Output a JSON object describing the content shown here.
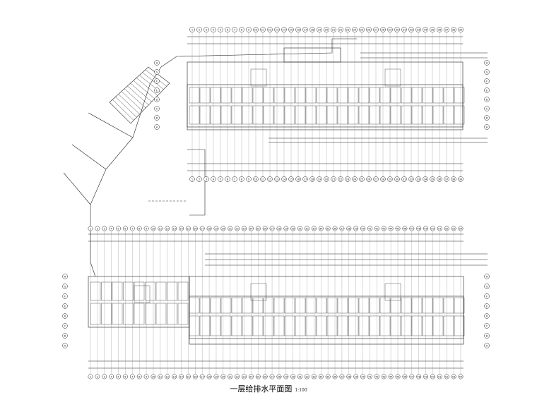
{
  "drawing": {
    "title": "一层给排水平面图",
    "scale": "1:100",
    "upper_grid_numbers": [
      "1",
      "2",
      "3",
      "4",
      "5",
      "6",
      "7",
      "8",
      "9",
      "10",
      "11",
      "12",
      "13",
      "14",
      "15",
      "16",
      "17",
      "18",
      "19",
      "20",
      "21",
      "22",
      "23",
      "24",
      "25",
      "26",
      "27",
      "28",
      "29",
      "30",
      "31",
      "32",
      "33",
      "34",
      "35",
      "36",
      "37",
      "38",
      "39"
    ],
    "lower_grid_numbers": [
      "1",
      "2",
      "3",
      "4",
      "5",
      "6",
      "7",
      "8",
      "9",
      "10",
      "11",
      "12",
      "13",
      "14",
      "15",
      "16",
      "17",
      "18",
      "19",
      "20",
      "21",
      "22",
      "23",
      "24",
      "25",
      "26",
      "27",
      "28",
      "29",
      "30",
      "31",
      "32",
      "33",
      "34",
      "35",
      "36",
      "37",
      "38",
      "39",
      "40",
      "41",
      "42",
      "43",
      "44",
      "45",
      "46",
      "47",
      "48",
      "49",
      "50",
      "51",
      "52",
      "53",
      "54"
    ],
    "upper_axis_letters": [
      "A",
      "B",
      "C",
      "D",
      "E",
      "F",
      "G",
      "H"
    ],
    "lower_axis_letters": [
      "A",
      "B",
      "C",
      "D",
      "E",
      "F",
      "G",
      "H"
    ]
  },
  "colors": {
    "line": "#1a1a1a",
    "pipe": "#333333",
    "accent": "#000000"
  }
}
